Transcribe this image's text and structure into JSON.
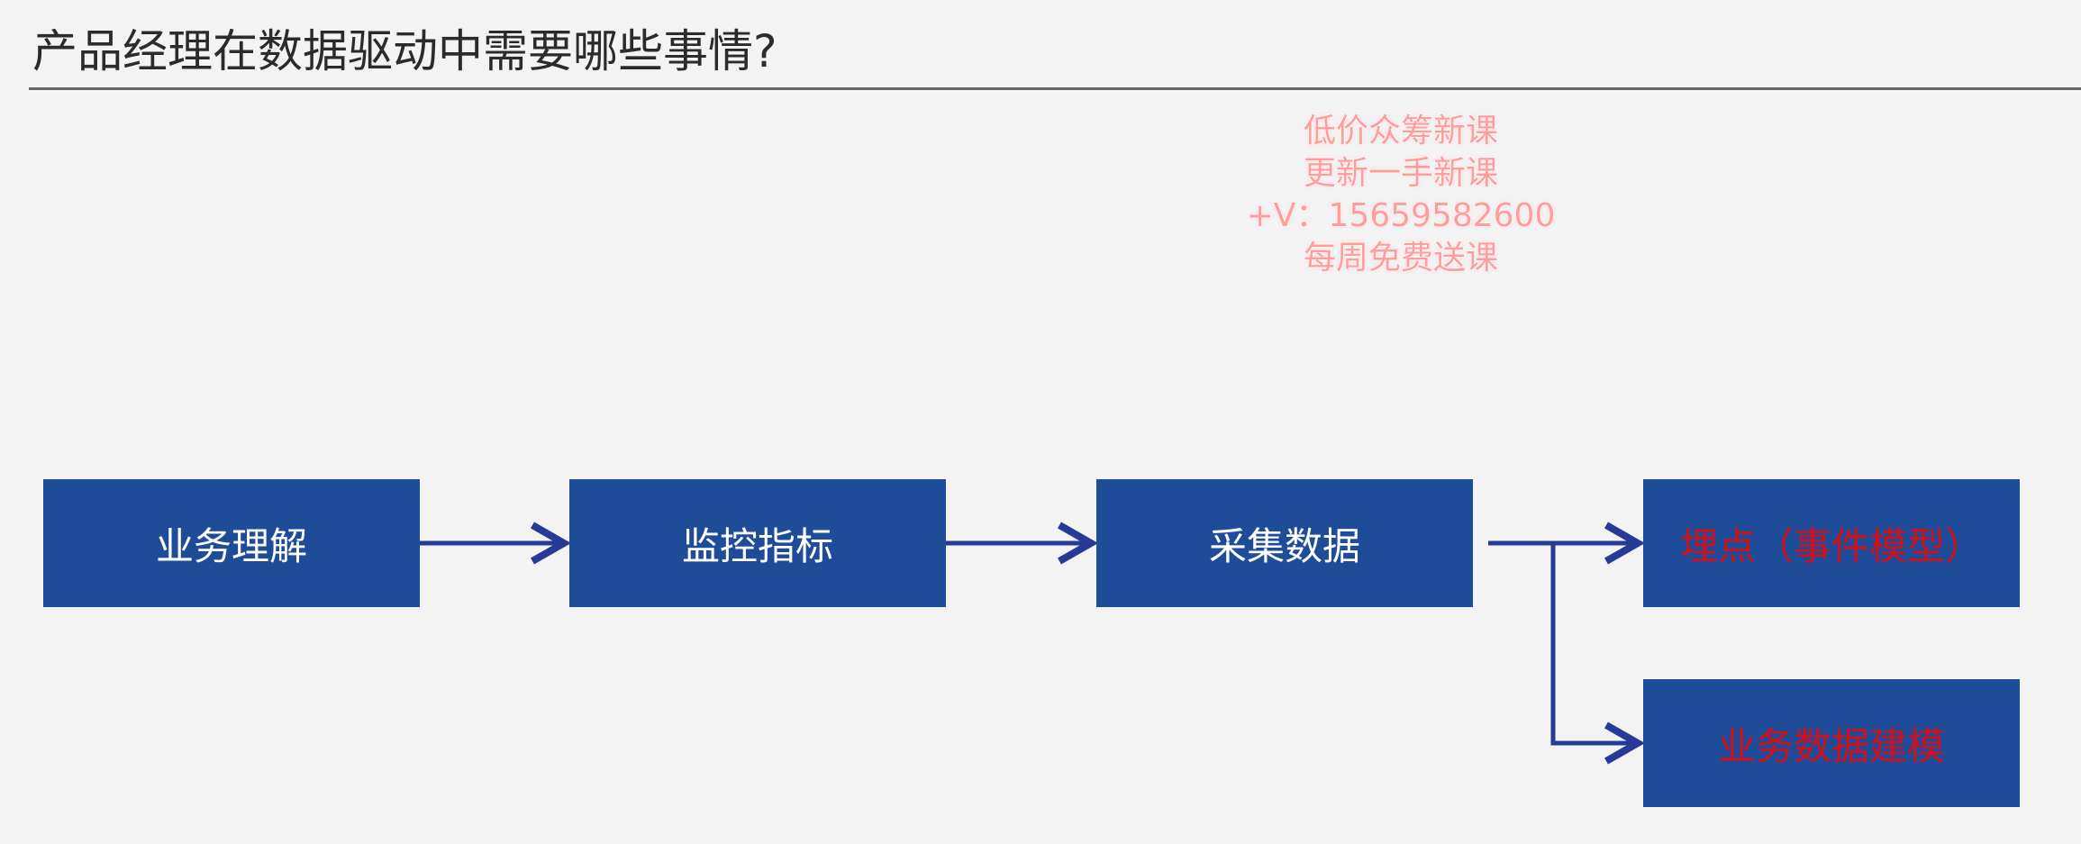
{
  "title": "产品经理在数据驱动中需要哪些事情?",
  "watermark": {
    "lines": [
      "低价众筹新课",
      "更新一手新课",
      "+V：15659582600",
      "每周免费送课"
    ]
  },
  "diagram": {
    "nodes": [
      {
        "id": "n1",
        "label": "业务理解"
      },
      {
        "id": "n2",
        "label": "监控指标"
      },
      {
        "id": "n3",
        "label": "采集数据"
      },
      {
        "id": "n4",
        "label": "埋点（事件模型）"
      },
      {
        "id": "n5",
        "label": "业务数据建模"
      }
    ],
    "edges": [
      {
        "from": "n1",
        "to": "n2"
      },
      {
        "from": "n2",
        "to": "n3"
      },
      {
        "from": "n3",
        "to": "n4"
      },
      {
        "from": "n3",
        "to": "n5"
      }
    ]
  },
  "colors": {
    "box_fill": "#1f4c99",
    "box_text": "#ffffff",
    "highlight_text": "#d2101a",
    "arrow": "#273a96",
    "watermark": "#ff9d9d",
    "background": "#f3f3f3"
  }
}
